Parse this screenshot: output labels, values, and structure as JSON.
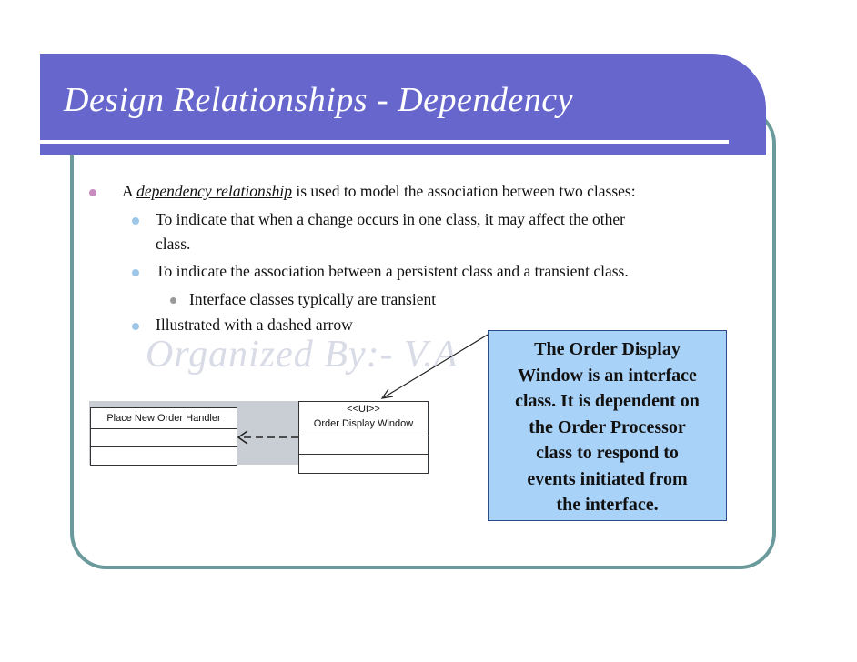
{
  "slide": {
    "title": "Design Relationships - Dependency",
    "watermark": "Organized By:- V.A",
    "bullets": {
      "b1_prefix": "A ",
      "b1_term": "dependency relationship",
      "b1_suffix": " is used to model the association between two classes:",
      "b2_line1": "To indicate that when a change occurs in one class, it may affect the other",
      "b2_line2": "class.",
      "b3": "To indicate the association between a persistent class and a transient class.",
      "b4": "Interface classes typically are transient",
      "b5": "Illustrated with a dashed arrow"
    },
    "diagram": {
      "client_class": "Place New Order Handler",
      "supplier_stereotype": "<<UI>>",
      "supplier_class": "Order Display Window"
    },
    "callout": {
      "text": "The Order Display\nWindow is an interface\nclass. It is dependent on\nthe Order Processor\nclass to respond to\nevents initiated from\nthe interface."
    }
  },
  "colors": {
    "title_bar": "#6666cc",
    "frame_border": "#6a9a9c",
    "callout_fill": "#a9d2f8"
  }
}
